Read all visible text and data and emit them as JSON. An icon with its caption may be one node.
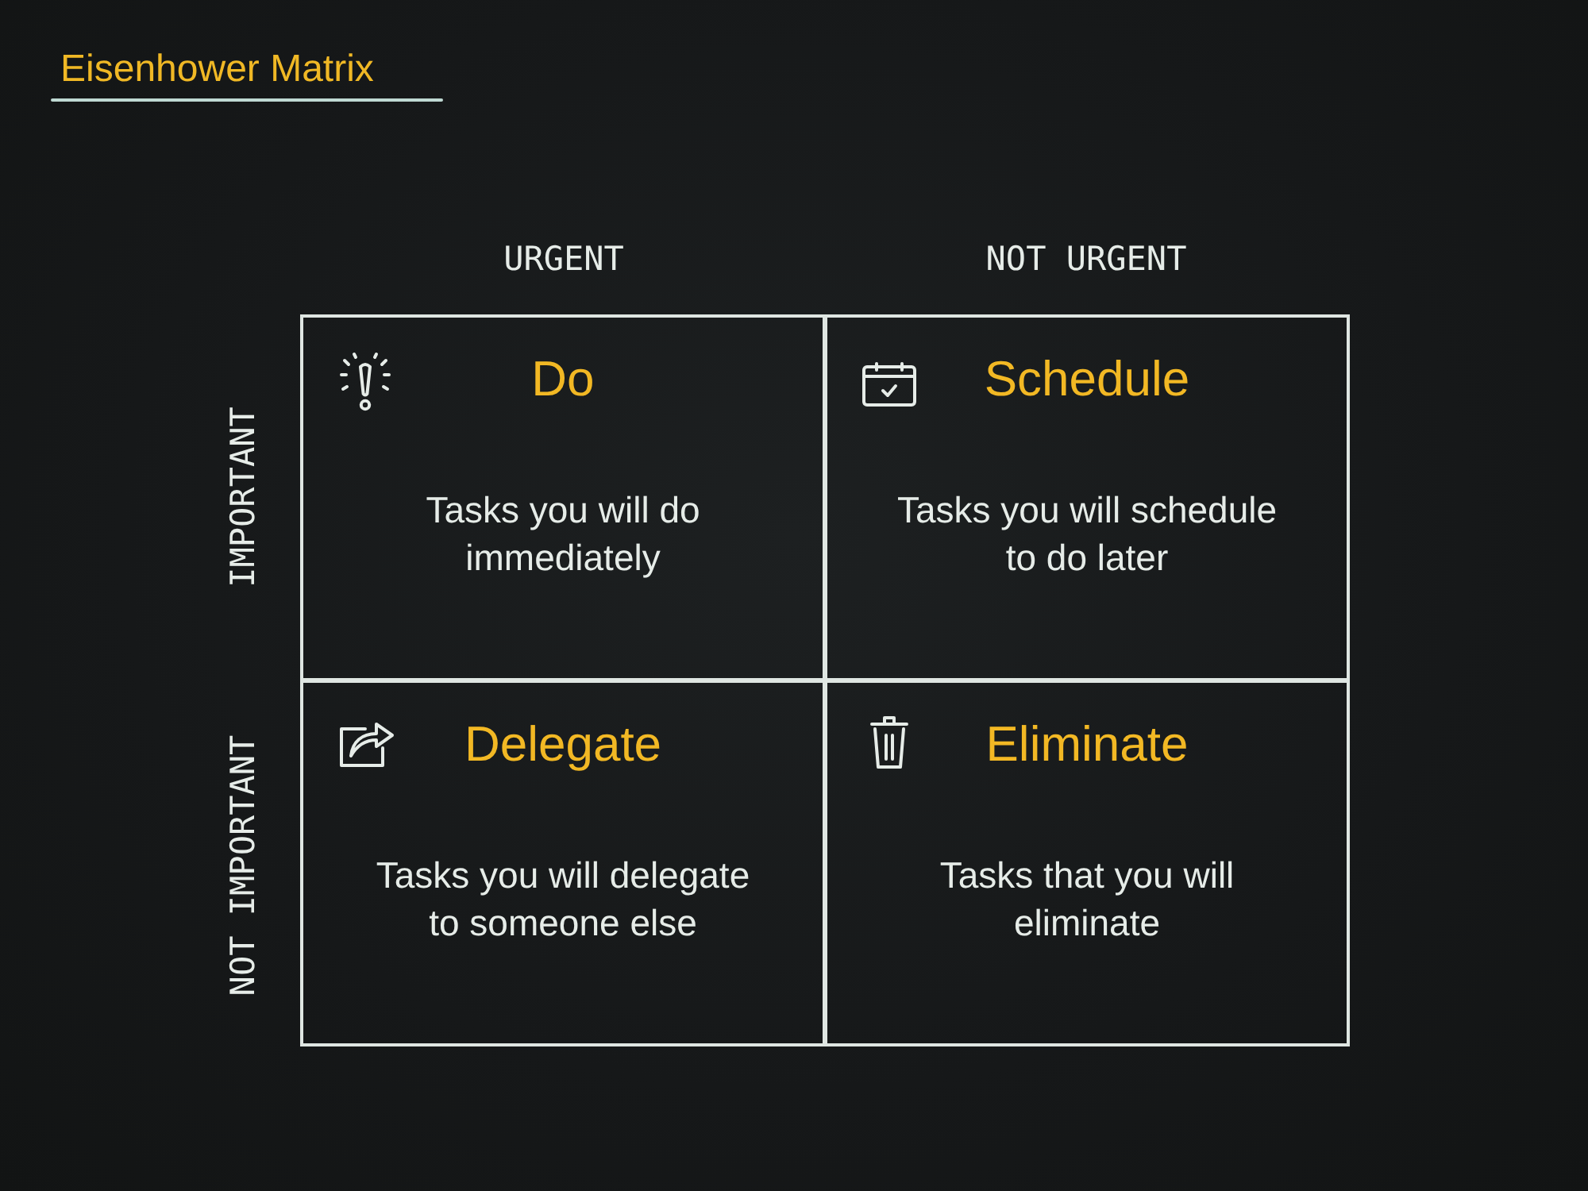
{
  "diagram": {
    "title": "Eisenhower Matrix",
    "nodes": [
      {
        "text": [
          "Do",
          "Tasks you will do immediately"
        ]
      },
      {
        "text": [
          "Schedule",
          "Tasks you will schedule to do later"
        ]
      },
      {
        "text": [
          "Delegate",
          "Tasks you will delegate to someone else"
        ]
      },
      {
        "text": [
          "Eliminate",
          "Tasks that you will eliminate"
        ]
      }
    ],
    "labels": [
      "URGENT",
      "NOT URGENT",
      "IMPORTANT",
      "NOT IMPORTANT"
    ]
  }
}
